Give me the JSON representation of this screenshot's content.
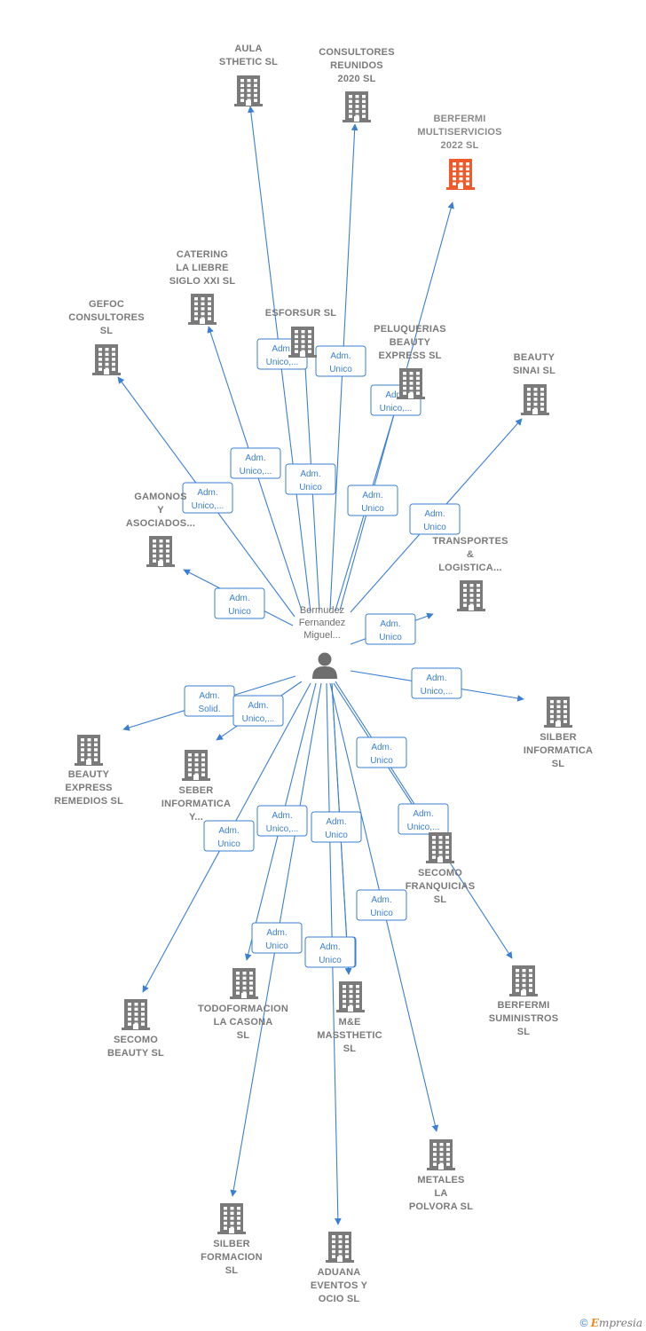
{
  "colors": {
    "edge": "#3a7fd5",
    "building": "#7a7a7a",
    "highlight": "#f05a2a",
    "person": "#6e6e6e"
  },
  "center": {
    "label": [
      "Bermudez",
      "Fernandez",
      "Miguel..."
    ],
    "icon": "person-icon"
  },
  "companies": [
    {
      "id": "aula-sthetic",
      "label": [
        "AULA",
        "STHETIC SL"
      ]
    },
    {
      "id": "consultores-reunidos",
      "label": [
        "CONSULTORES",
        "REUNIDOS",
        "2020 SL"
      ]
    },
    {
      "id": "berfermi-multiservicios",
      "label": [
        "BERFERMI",
        "MULTISERVICIOS",
        "2022 SL"
      ],
      "highlight": true
    },
    {
      "id": "catering-la-liebre",
      "label": [
        "CATERING",
        "LA LIEBRE",
        "SIGLO XXI SL"
      ]
    },
    {
      "id": "gefoc-consultores",
      "label": [
        "GEFOC",
        "CONSULTORES",
        "SL"
      ]
    },
    {
      "id": "esforsur",
      "label": [
        "ESFORSUR SL"
      ]
    },
    {
      "id": "peluquerias-beauty",
      "label": [
        "PELUQUERIAS",
        "BEAUTY",
        "EXPRESS SL"
      ]
    },
    {
      "id": "beauty-sinai",
      "label": [
        "BEAUTY",
        "SINAI SL"
      ]
    },
    {
      "id": "gamonos-asociados",
      "label": [
        "GAMONOS",
        "Y",
        "ASOCIADOS..."
      ]
    },
    {
      "id": "transportes-logistica",
      "label": [
        "TRANSPORTES",
        "&",
        "LOGISTICA..."
      ]
    },
    {
      "id": "silber-informatica",
      "label": [
        "SILBER",
        "INFORMATICA",
        "SL"
      ]
    },
    {
      "id": "beauty-express-remedios",
      "label": [
        "BEAUTY",
        "EXPRESS",
        "REMEDIOS SL"
      ]
    },
    {
      "id": "seber-informatica",
      "label": [
        "SEBER",
        "INFORMATICA",
        "Y..."
      ]
    },
    {
      "id": "secomo-franquicias",
      "label": [
        "SECOMO",
        "FRANQUICIAS",
        "SL"
      ]
    },
    {
      "id": "berfermi-suministros",
      "label": [
        "BERFERMI",
        "SUMINISTROS",
        "SL"
      ]
    },
    {
      "id": "todoformacion-la-casona",
      "label": [
        "TODOFORMACION",
        "LA CASONA",
        "SL"
      ]
    },
    {
      "id": "me-massthetic",
      "label": [
        "M&E",
        "MASSTHETIC",
        "SL"
      ]
    },
    {
      "id": "secomo-beauty",
      "label": [
        "SECOMO",
        "BEAUTY SL"
      ]
    },
    {
      "id": "metales-la-polvora",
      "label": [
        "METALES",
        "LA",
        "POLVORA SL"
      ]
    },
    {
      "id": "silber-formacion",
      "label": [
        "SILBER",
        "FORMACION",
        "SL"
      ]
    },
    {
      "id": "aduana-eventos",
      "label": [
        "ADUANA",
        "EVENTOS Y",
        "OCIO SL"
      ]
    }
  ],
  "relations": [
    {
      "target": "aula-sthetic",
      "label": [
        "Adm.",
        "Unico,..."
      ]
    },
    {
      "target": "consultores-reunidos",
      "label": [
        "Adm.",
        "Unico"
      ]
    },
    {
      "target": "berfermi-multiservicios",
      "label": [
        "Adm.",
        "Unico,..."
      ]
    },
    {
      "target": "catering-la-liebre",
      "label": [
        "Adm.",
        "Unico,..."
      ]
    },
    {
      "target": "gefoc-consultores",
      "label": [
        "Adm.",
        "Unico,..."
      ]
    },
    {
      "target": "esforsur",
      "label": [
        "Adm.",
        "Unico"
      ]
    },
    {
      "target": "peluquerias-beauty",
      "label": [
        "Adm.",
        "Unico"
      ]
    },
    {
      "target": "beauty-sinai",
      "label": [
        "Adm.",
        "Unico"
      ]
    },
    {
      "target": "gamonos-asociados",
      "label": [
        "Adm.",
        "Unico"
      ]
    },
    {
      "target": "transportes-logistica",
      "label": [
        "Adm.",
        "Unico"
      ]
    },
    {
      "target": "silber-informatica",
      "label": [
        "Adm.",
        "Unico,..."
      ]
    },
    {
      "target": "beauty-express-remedios",
      "label": [
        "Adm.",
        "Solid."
      ]
    },
    {
      "target": "seber-informatica",
      "label": [
        "Adm.",
        "Unico,..."
      ]
    },
    {
      "target": "secomo-franquicias",
      "label": [
        "Adm.",
        "Unico"
      ]
    },
    {
      "target": "berfermi-suministros",
      "label": [
        "Adm.",
        "Unico,..."
      ]
    },
    {
      "target": "secomo-beauty",
      "label": [
        "Adm.",
        "Unico"
      ]
    },
    {
      "target": "todoformacion-la-casona",
      "label": [
        "Adm.",
        "Unico,..."
      ]
    },
    {
      "target": "me-massthetic",
      "label": [
        "Adm.",
        "Unico"
      ]
    },
    {
      "target": "silber-formacion",
      "label": [
        "Adm.",
        "Unico"
      ]
    },
    {
      "target": "aduana-eventos",
      "label": [
        "Adm.",
        "Unico"
      ]
    },
    {
      "target": "metales-la-polvora",
      "label": [
        "Adm.",
        "Unico"
      ]
    },
    {
      "target": "me-massthetic",
      "label": [
        "Adm.",
        "Unico"
      ]
    }
  ],
  "credit": {
    "symbol": "©",
    "brand_initial": "E",
    "brand_rest": "mpresia"
  }
}
